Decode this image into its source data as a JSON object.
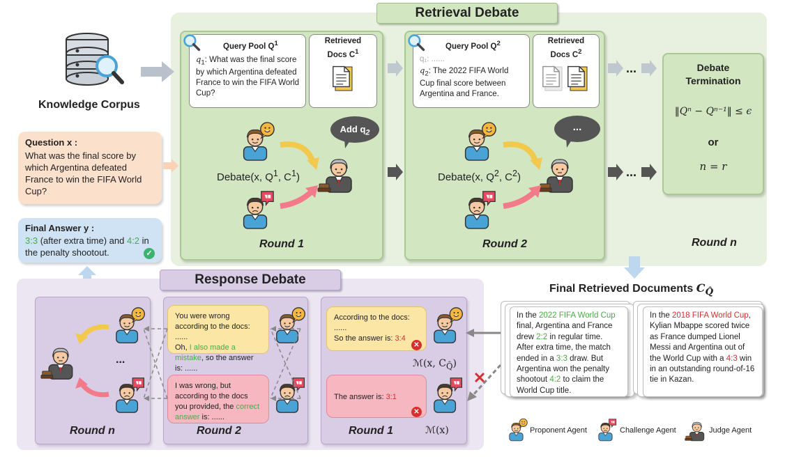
{
  "retrieval_debate": {
    "title": "Retrieval Debate",
    "round1": {
      "query_pool_label": "Query Pool Q",
      "query_pool_sup": "1",
      "retrieved_label_1": "Retrieved",
      "retrieved_label_2": "Docs C",
      "retrieved_sup": "1",
      "q1_label": "q",
      "q1_sub": "1",
      "q1_text": ": What was the final score by which Argentina defeated France to win the FIFA World Cup?",
      "debate_fn": "Debate(x, Q",
      "debate_q_sup": "1",
      "debate_mid": ", C",
      "debate_c_sup": "1",
      "debate_end": ")",
      "speech": "Add q",
      "speech_sub": "2",
      "round_label": "Round 1"
    },
    "round2": {
      "query_pool_label": "Query Pool Q",
      "query_pool_sup": "2",
      "retrieved_label_1": "Retrieved",
      "retrieved_label_2": "Docs C",
      "retrieved_sup": "2",
      "q1_faded": "q₁: ......",
      "q2_label": "q",
      "q2_sub": "2",
      "q2_text": ": The 2022 FIFA World Cup final score between Argentina and France.",
      "debate_fn": "Debate(x, Q",
      "debate_q_sup": "2",
      "debate_mid": ", C",
      "debate_c_sup": "2",
      "debate_end": ")",
      "speech": "...",
      "round_label": "Round 2"
    },
    "dots_top": "...",
    "dots_mid": "...",
    "termination": {
      "title_1": "Debate",
      "title_2": "Termination",
      "formula": "‖Qⁿ − Qⁿ⁻¹‖ ≤ ϵ",
      "or": "or",
      "formula2": "n = r"
    },
    "round_n_label": "Round n"
  },
  "knowledge_corpus": "Knowledge Corpus",
  "question": {
    "label": "Question x :",
    "text": "What was the final score by which Argentina defeated France to win the FIFA World Cup?"
  },
  "final_answer": {
    "label": "Final Answer y :",
    "part1": "3:3",
    "part2": " (after extra time) and ",
    "part3": "4:2",
    "part4": " in the penalty shootout."
  },
  "response_debate": {
    "title": "Response Debate",
    "round_n_label": "Round n",
    "round2_label": "Round 2",
    "round1_label": "Round 1",
    "ellipsis": "...",
    "r2_top": {
      "t1": "You were wrong according to the docs: ......",
      "t2": "Oh, ",
      "t3": "I also made a mistake",
      "t4": ", so the answer is: ......"
    },
    "r2_bottom": {
      "t1": "I was wrong, but according to the docs you provided, ",
      "t2": "the ",
      "t3": "correct answer",
      "t4": " is: ......"
    },
    "r1_top": {
      "t1": "According to the docs: ......",
      "t2": "So the answer is: ",
      "t3": "3:4"
    },
    "r1_bottom": {
      "t1": "The answer is: ",
      "t2": "3:1"
    },
    "model_with_docs": "ℳ(x, C",
    "model_with_docs_sub": "Q̂",
    "model_with_docs_end": ")",
    "model_plain": "ℳ(x)"
  },
  "final_docs": {
    "title": "Final Retrieved Documents ",
    "title_math": "C",
    "title_sub": "Q̂",
    "doc1": {
      "a": "In the ",
      "b": "2022 FIFA World Cup",
      "c": " final, Argentina and France drew ",
      "d": "2:2",
      "e": " in regular time. After extra time, the match ended in a ",
      "f": "3:3",
      "g": " draw. But Argentina won the penalty shootout ",
      "h": "4:2",
      "i": " to claim the World Cup title."
    },
    "doc2": {
      "a": "In the ",
      "b": "2018 FIFA World Cup",
      "c": ", Kylian Mbappe scored twice as France dumped Lionel Messi and Argentina out of the World Cup with a ",
      "d": "4:3",
      "e": " win in an outstanding round-of-16 tie in Kazan."
    }
  },
  "legend": {
    "proponent": "Proponent Agent",
    "challenge": "Challenge Agent",
    "judge": "Judge Agent"
  },
  "colors": {
    "green_outer": "#e8f0df",
    "green_round": "#d2e6c2",
    "purple_outer": "#ece6f2",
    "purple_round": "#d9cde6",
    "orange_box": "#fbe0cc",
    "blue_box": "#cfe3f4",
    "yellow_bubble": "#fbe6a6",
    "pink_bubble": "#f7b7c0",
    "green_text": "#4aaa4a",
    "red_text": "#d43030"
  }
}
